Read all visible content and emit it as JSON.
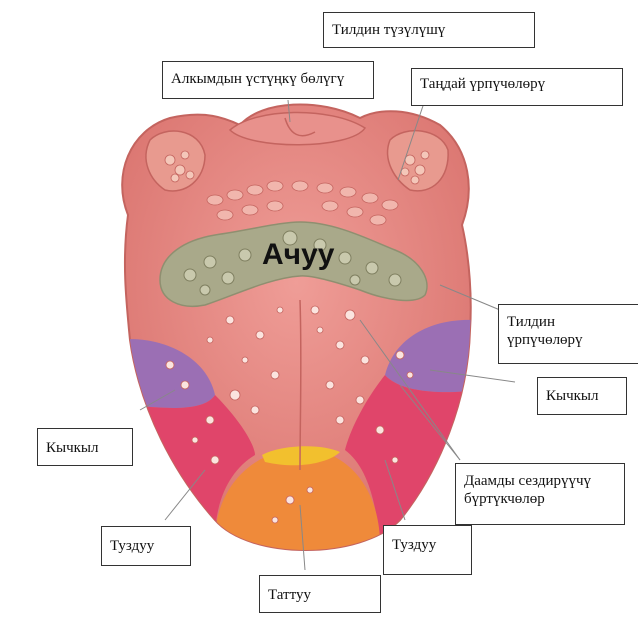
{
  "labels": {
    "title": "Тилдин түзүлүшү",
    "throat_top": "Алкымдын үстүңкү бөлүгү",
    "palatine_tonsils": "Таңдай үрпүчөлөрү",
    "tongue_papillae": "Тилдин үрпүчөлөрү",
    "sour_right": "Кычкыл",
    "sour_left": "Кычкыл",
    "taste_buds": "Даамды сездирүүчү бүртүкчөлөр",
    "salty_left": "Туздуу",
    "salty_right": "Туздуу",
    "sweet": "Таттуу",
    "bitter": "Ачуу"
  },
  "colors": {
    "tongue": "#e58a86",
    "tongue_edge": "#c4645f",
    "bitter_zone": "#a9a98a",
    "sour_zone": "#9b6fb4",
    "salty_zone": "#e0456a",
    "sweet_zone": "#ef8a3a",
    "sweet_tip": "#f2c02e"
  }
}
